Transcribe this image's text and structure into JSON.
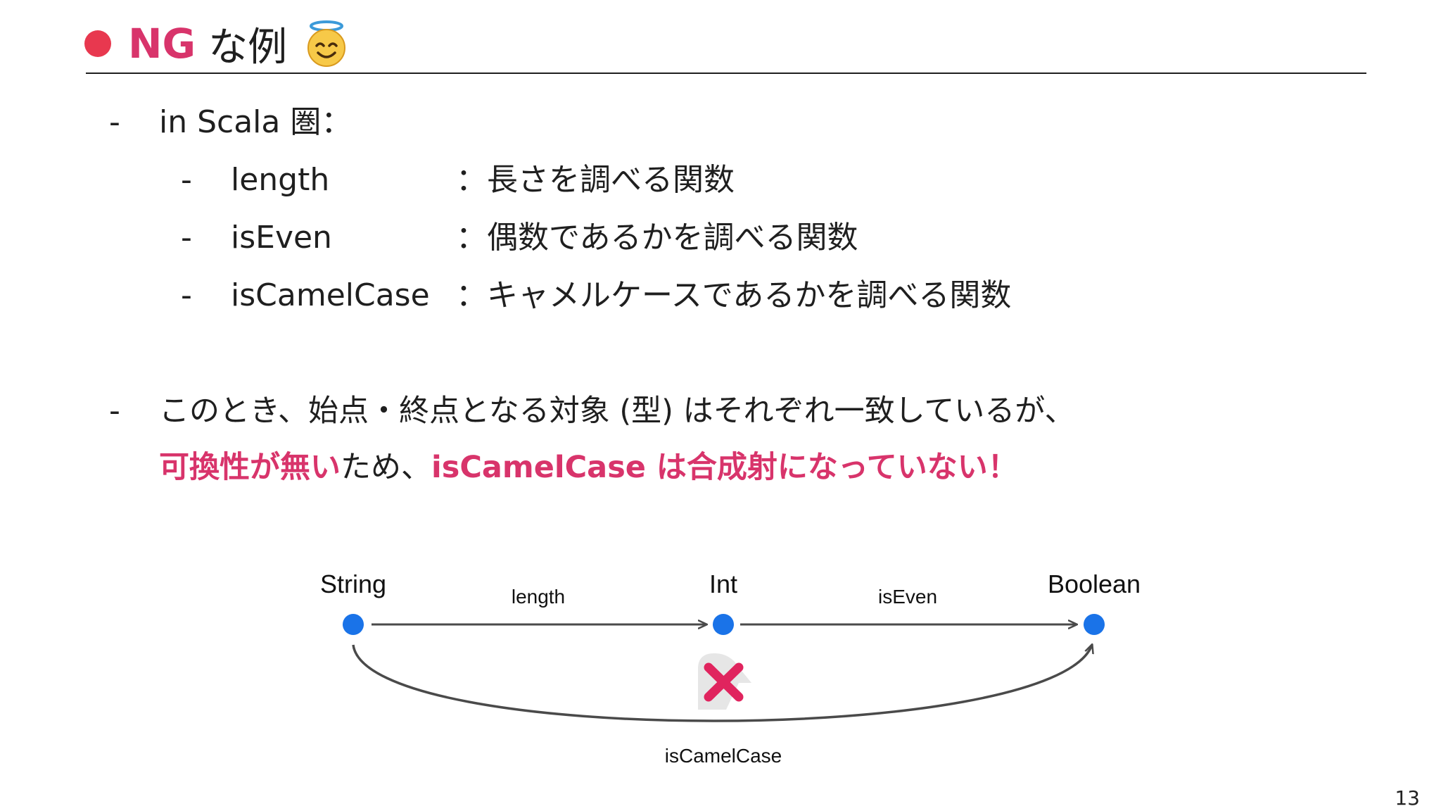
{
  "title": {
    "ng": "NG",
    "text": "な例",
    "emoji": "smiling-face-with-halo-icon"
  },
  "bullets": {
    "scala": "in Scala 圏：",
    "items": [
      {
        "term": "length",
        "desc": "：長さを調べる関数"
      },
      {
        "term": "isEven",
        "desc": "：偶数であるかを調べる関数"
      },
      {
        "term": "isCamelCase",
        "desc": "：キャメルケースであるかを調べる関数"
      }
    ],
    "note_line1": "このとき、始点・終点となる対象 (型) はそれぞれ一致しているが、",
    "note_em1": "可換性が無い",
    "note_mid": "ため、",
    "note_em2": "isCamelCase は合成射になっていない！"
  },
  "diagram": {
    "nodes": [
      "String",
      "Int",
      "Boolean"
    ],
    "edges": {
      "length": "length",
      "isEven": "isEven",
      "isCamelCase": "isCamelCase"
    },
    "colors": {
      "node": "#1a73e8",
      "arrow": "#4a4a4a",
      "cross": "#e0245e"
    },
    "mark": "cross-mark-icon"
  },
  "page_number": "13"
}
